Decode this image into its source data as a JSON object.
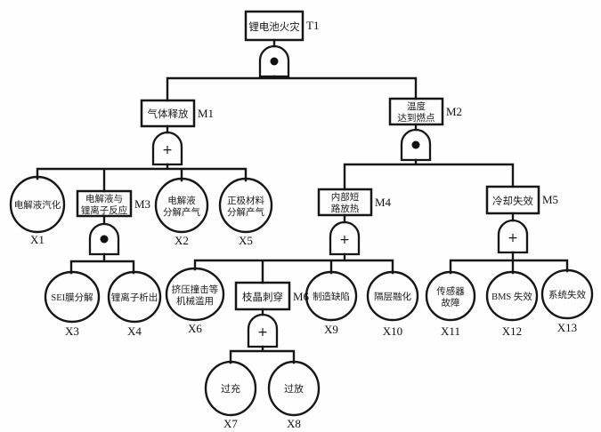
{
  "diagram_type": "fault-tree",
  "nodes": {
    "T1": {
      "text": "锂电池火灾",
      "tag": "T1"
    },
    "M1": {
      "text": "气体释放",
      "tag": "M1"
    },
    "M2": {
      "line1": "温度",
      "line2": "达到燃点",
      "tag": "M2"
    },
    "M3": {
      "line1": "电解液与",
      "line2": "锂离子反应",
      "tag": "M3"
    },
    "M4": {
      "line1": "内部短",
      "line2": "路放热",
      "tag": "M4"
    },
    "M5": {
      "text": "冷却失效",
      "tag": "M5"
    },
    "M6": {
      "text": "枝晶刺穿",
      "tag": "M6"
    },
    "X1": {
      "text": "电解液汽化",
      "tag": "X1"
    },
    "X2": {
      "line1": "电解液",
      "line2": "分解产气",
      "tag": "X2"
    },
    "X3": {
      "text": "SEI膜分解",
      "tag": "X3"
    },
    "X4": {
      "text": "锂离子析出",
      "tag": "X4"
    },
    "X5": {
      "line1": "正极材料",
      "line2": "分解产气",
      "tag": "X5"
    },
    "X6": {
      "line1": "挤压撞击等",
      "line2": "机械滥用",
      "tag": "X6"
    },
    "X7": {
      "text": "过充",
      "tag": "X7"
    },
    "X8": {
      "text": "过放",
      "tag": "X8"
    },
    "X9": {
      "text": "制造缺陷",
      "tag": "X9"
    },
    "X10": {
      "text": "隔层融化",
      "tag": "X10"
    },
    "X11": {
      "line1": "传感器",
      "line2": "故障",
      "tag": "X11"
    },
    "X12": {
      "text": "BMS 失效",
      "tag": "X12"
    },
    "X13": {
      "text": "系统失效",
      "tag": "X13"
    }
  },
  "gates": {
    "or_symbol": "+",
    "types": {
      "g1": "AND",
      "g2": "OR",
      "g3": "AND",
      "g4": "AND",
      "g5": "OR",
      "g6": "OR",
      "g7": "OR"
    }
  },
  "tree": [
    {
      "parent": "T1",
      "gate": "AND",
      "children": [
        "M1",
        "M2"
      ]
    },
    {
      "parent": "M1",
      "gate": "OR",
      "children": [
        "X1",
        "M3",
        "X2",
        "X5"
      ]
    },
    {
      "parent": "M3",
      "gate": "AND",
      "children": [
        "X3",
        "X4"
      ]
    },
    {
      "parent": "M2",
      "gate": "AND",
      "children": [
        "M4",
        "M5"
      ]
    },
    {
      "parent": "M4",
      "gate": "OR",
      "children": [
        "X6",
        "M6",
        "X9",
        "X10"
      ]
    },
    {
      "parent": "M6",
      "gate": "OR",
      "children": [
        "X7",
        "X8"
      ]
    },
    {
      "parent": "M5",
      "gate": "OR",
      "children": [
        "X11",
        "X12",
        "X13"
      ]
    }
  ],
  "colors": {
    "line": "#161616",
    "background": "#fefefe"
  }
}
